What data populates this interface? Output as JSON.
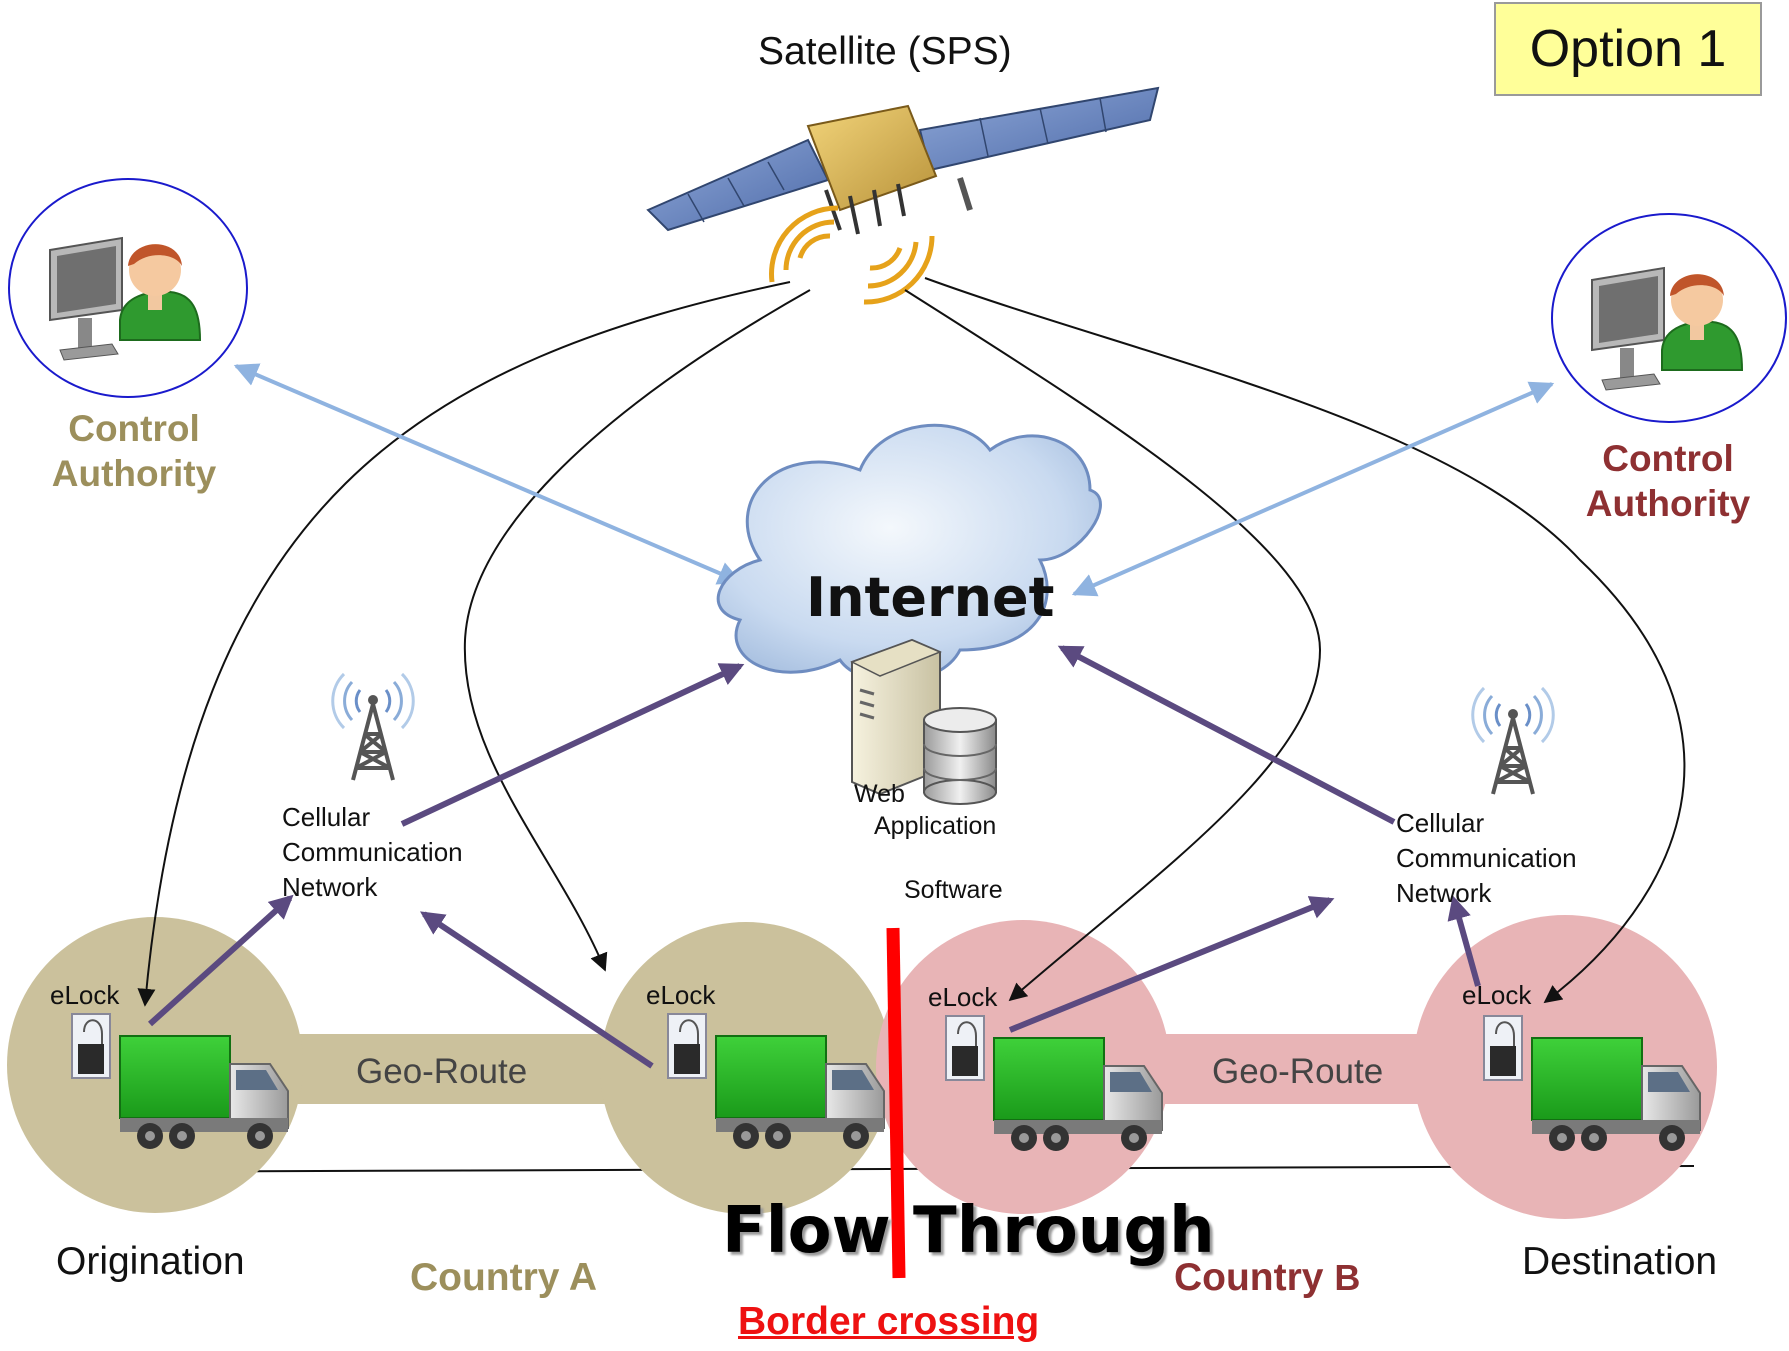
{
  "option_label": "Option 1",
  "satellite": {
    "label": "Satellite (SPS)"
  },
  "control_authority_left": {
    "line1": "Control",
    "line2": "Authority"
  },
  "control_authority_right": {
    "line1": "Control",
    "line2": "Authority"
  },
  "internet": {
    "label": "Internet",
    "server_label_line1": "Web",
    "server_label_line2": "Application",
    "server_label_line3": "Software"
  },
  "cellular_left": {
    "line1": "Cellular",
    "line2": "Communication",
    "line3": "Network"
  },
  "cellular_right": {
    "line1": "Cellular",
    "line2": "Communication",
    "line3": "Network"
  },
  "elock_label": "eLock",
  "geo_route_label": "Geo-Route",
  "flow_title": "Flow Through",
  "places": {
    "origination": "Origination",
    "destination": "Destination"
  },
  "countries": {
    "a": "Country A",
    "b_word": "Country",
    "b_letter": "B"
  },
  "border_crossing": "Border crossing",
  "colors": {
    "country_a": "#9c8f5c",
    "country_a_fill": "#cbc19c",
    "country_b": "#8e3032",
    "country_b_fill": "#e8b4b6",
    "border_line": "#ff0000",
    "internet_arrow": "#8fb3e0",
    "cell_arrow": "#5b4a80",
    "badge_bg": "#ffff99"
  }
}
